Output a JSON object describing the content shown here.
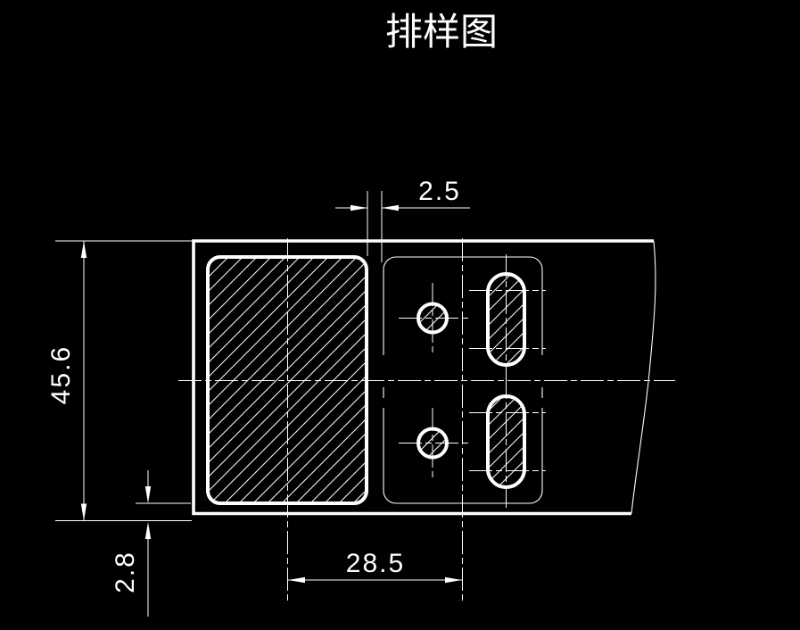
{
  "title": "排样图",
  "colors": {
    "background": "#000000",
    "line": "#ffffff"
  },
  "drawing": {
    "type": "progressive-die-strip-layout",
    "stations": {
      "blank_station": "hatched rounded-rectangle blank",
      "pierce_station": "part outline with 2 round holes and 2 slots (hatched)"
    }
  },
  "dimensions": {
    "strip_width": "45.6",
    "bottom_margin": "2.8",
    "pitch": "28.5",
    "web_gap": "2.5"
  }
}
